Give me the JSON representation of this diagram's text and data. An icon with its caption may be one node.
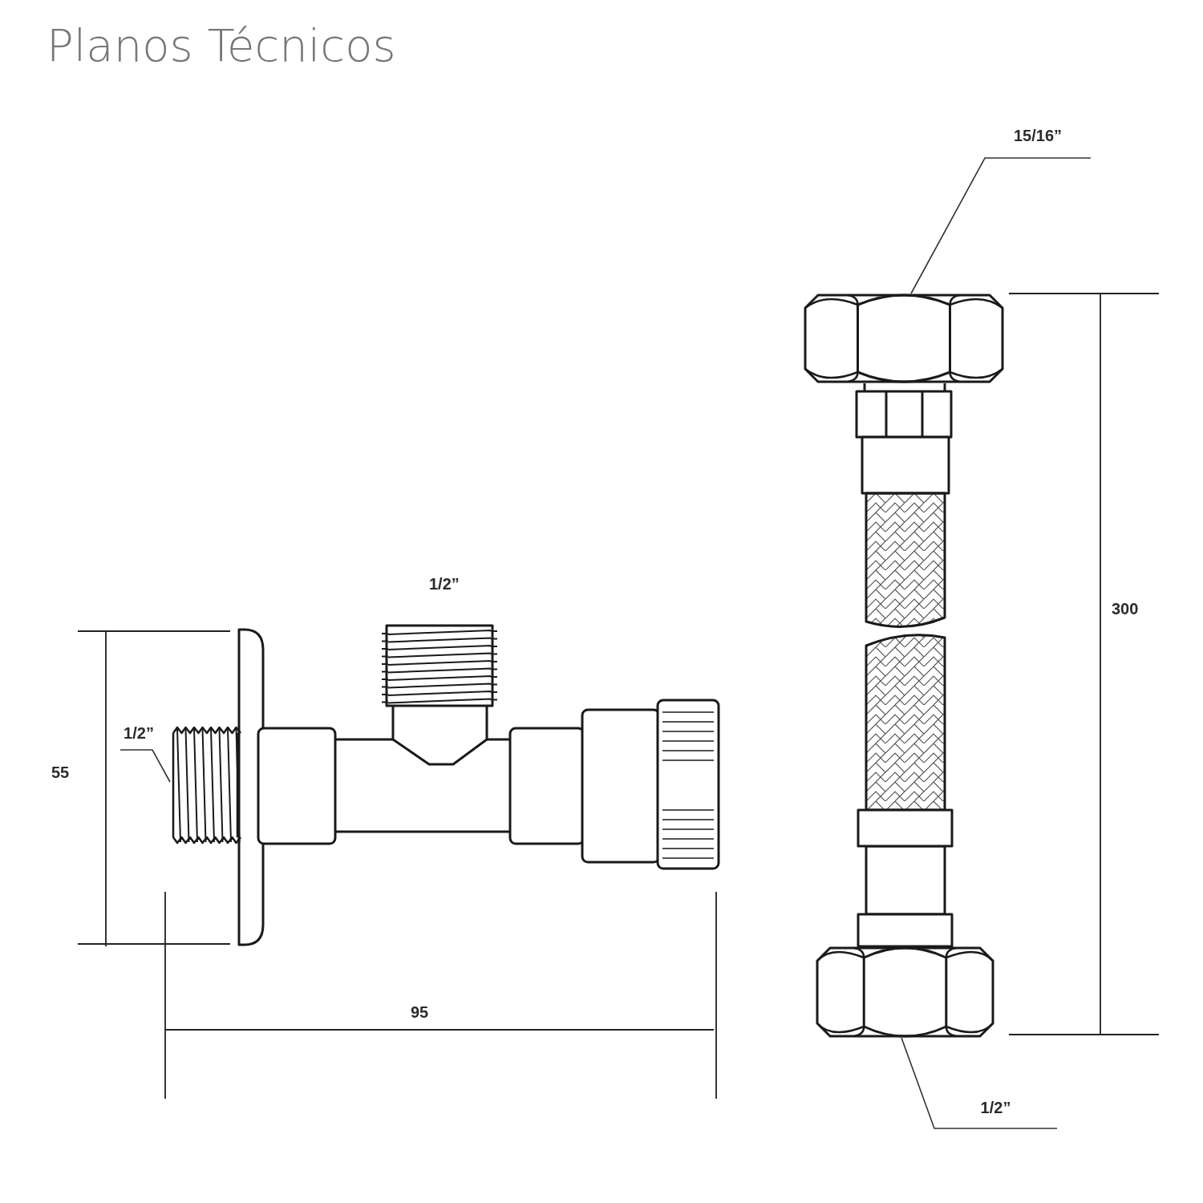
{
  "diagram": {
    "title": "Planos Técnicos",
    "nodes": [
      {
        "text": [
          "1/2”"
        ]
      },
      {
        "text": [],
        "shape": "picture"
      },
      {
        "text": [
          "15/16”"
        ]
      },
      {
        "text": [],
        "shape": "picture"
      },
      {
        "text": [
          "1/2”"
        ]
      },
      {
        "text": [],
        "shape": "picture"
      }
    ],
    "edges": [
      {
        "from": 0,
        "to": 1,
        "arrow": "none"
      },
      {
        "from": 2,
        "to": 3,
        "arrow": "none"
      },
      {
        "from": 4,
        "to": 5,
        "arrow": "none"
      }
    ],
    "labels": [
      "1/2”",
      "300",
      "55",
      "95"
    ]
  }
}
